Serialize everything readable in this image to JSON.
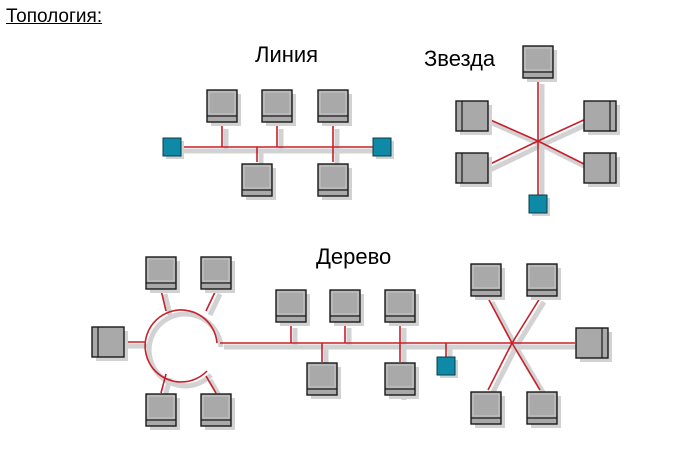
{
  "heading": "Топология:",
  "labels": {
    "line": "Линия",
    "star": "Звезда",
    "tree": "Дерево"
  },
  "colors": {
    "wire": "#c8202a",
    "computer_fill": "#a9a9a9",
    "computer_stroke": "#1a1a1a",
    "terminator_fill": "#0f8aa6",
    "shadow": "#d2d2d2"
  },
  "icons": [
    "computer-icon",
    "terminator-icon"
  ]
}
